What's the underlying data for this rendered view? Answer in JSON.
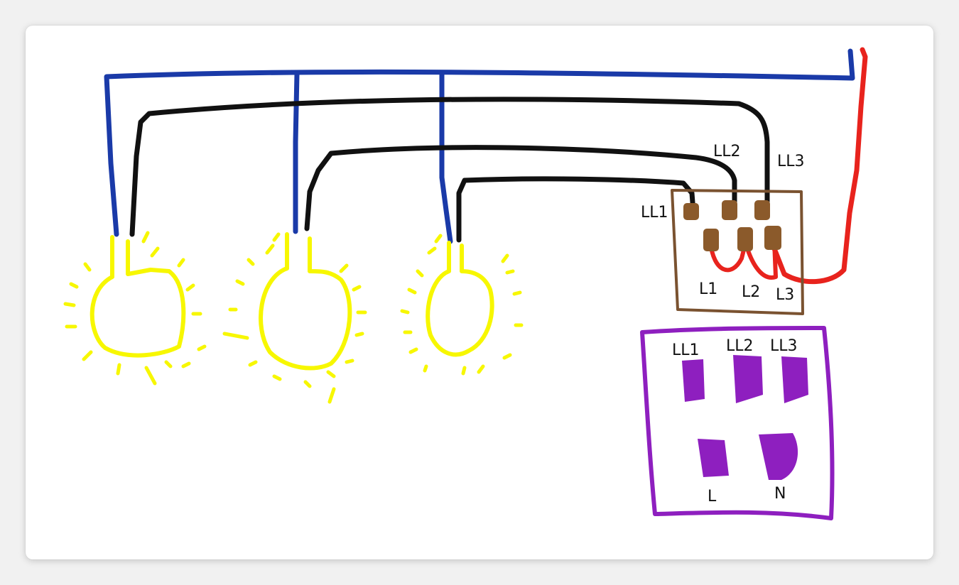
{
  "diagram": {
    "colors": {
      "neutral": "#1a3aa8",
      "switched": "#111111",
      "live": "#e8231d",
      "lamp": "#f7f700",
      "switch_box": "#7a5230",
      "switch_terminal": "#8b5a2b",
      "socket_box": "#8e1fbf",
      "socket_pin": "#8e1fbf"
    },
    "switch": {
      "top_labels": [
        "LL2",
        "LL3"
      ],
      "left_label": "LL1",
      "bottom_labels": [
        "L1",
        "L2",
        "L3"
      ]
    },
    "socket": {
      "top_labels": [
        "LL1",
        "LL2",
        "LL3"
      ],
      "bottom_labels": [
        "L",
        "N"
      ]
    }
  }
}
